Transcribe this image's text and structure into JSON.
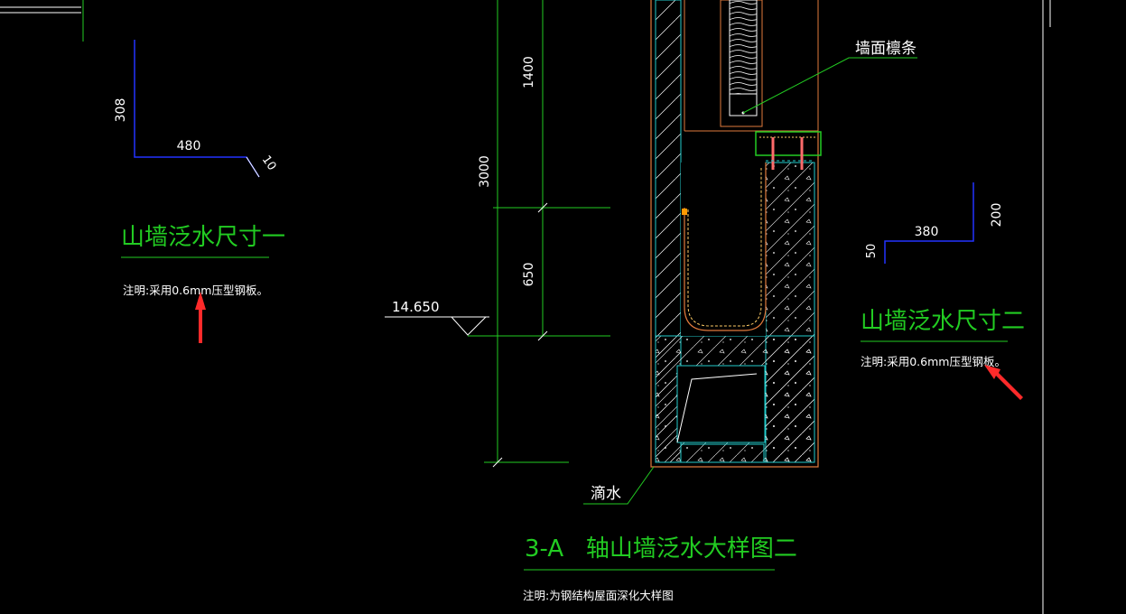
{
  "colors": {
    "background": "#000000",
    "green": "#22cc22",
    "blue": "#2233ff",
    "white": "#ffffff",
    "cyan": "#22cccc",
    "orange": "#e07a3c",
    "red_arrow": "#ff2a2a",
    "pink": "#ff6b6b"
  },
  "left_detail": {
    "dim_vertical": "308",
    "dim_horizontal": "480",
    "dim_tail": "10",
    "title": "山墙泛水尺寸一",
    "note": "注明:采用0.6mm压型钢板。"
  },
  "right_detail": {
    "dim_vertical": "200",
    "dim_horizontal": "380",
    "dim_small": "50",
    "title": "山墙泛水尺寸二",
    "note": "注明:采用0.6mm压型钢板。"
  },
  "section": {
    "dim_1400": "1400",
    "dim_3000": "3000",
    "dim_650": "650",
    "elevation": "14.650",
    "label_purlin": "墙面檩条",
    "label_drip": "滴水",
    "title": "3-A   轴山墙泛水大样图二",
    "note": "注明:为钢结构屋面深化大样图"
  }
}
